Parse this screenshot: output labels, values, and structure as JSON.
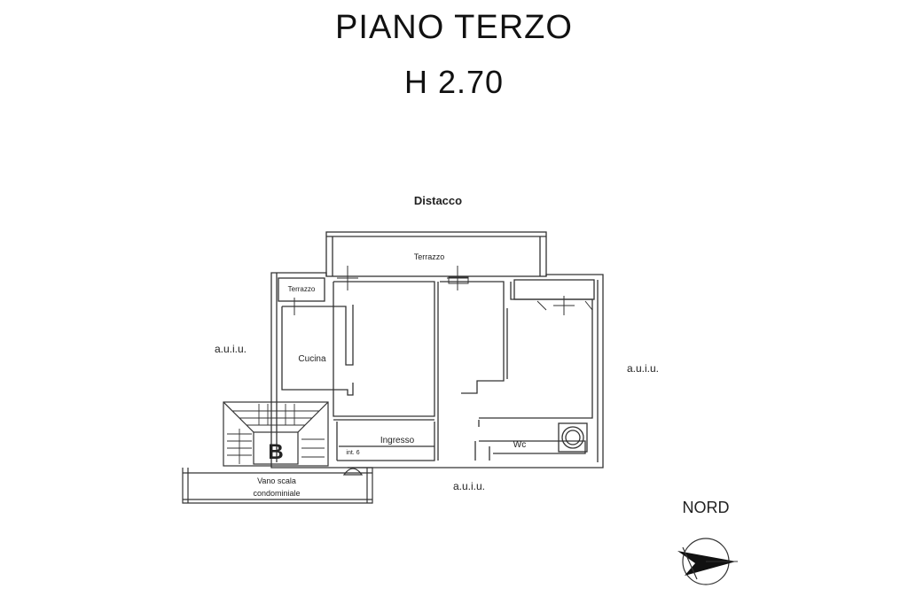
{
  "header": {
    "floor_title": "PIANO  TERZO",
    "height": "H 2.70"
  },
  "labels": {
    "distacco": "Distacco",
    "terrazzo_main": "Terrazzo",
    "terrazzo_small": "Terrazzo",
    "cucina": "Cucina",
    "ingresso": "Ingresso",
    "wc": "Wc",
    "int": "int. 6",
    "block": "B",
    "stair_line1": "Vano scala",
    "stair_line2": "condominiale",
    "auiu_left": "a.u.i.u.",
    "auiu_right": "a.u.i.u.",
    "auiu_bottom": "a.u.i.u.",
    "north": "NORD"
  }
}
